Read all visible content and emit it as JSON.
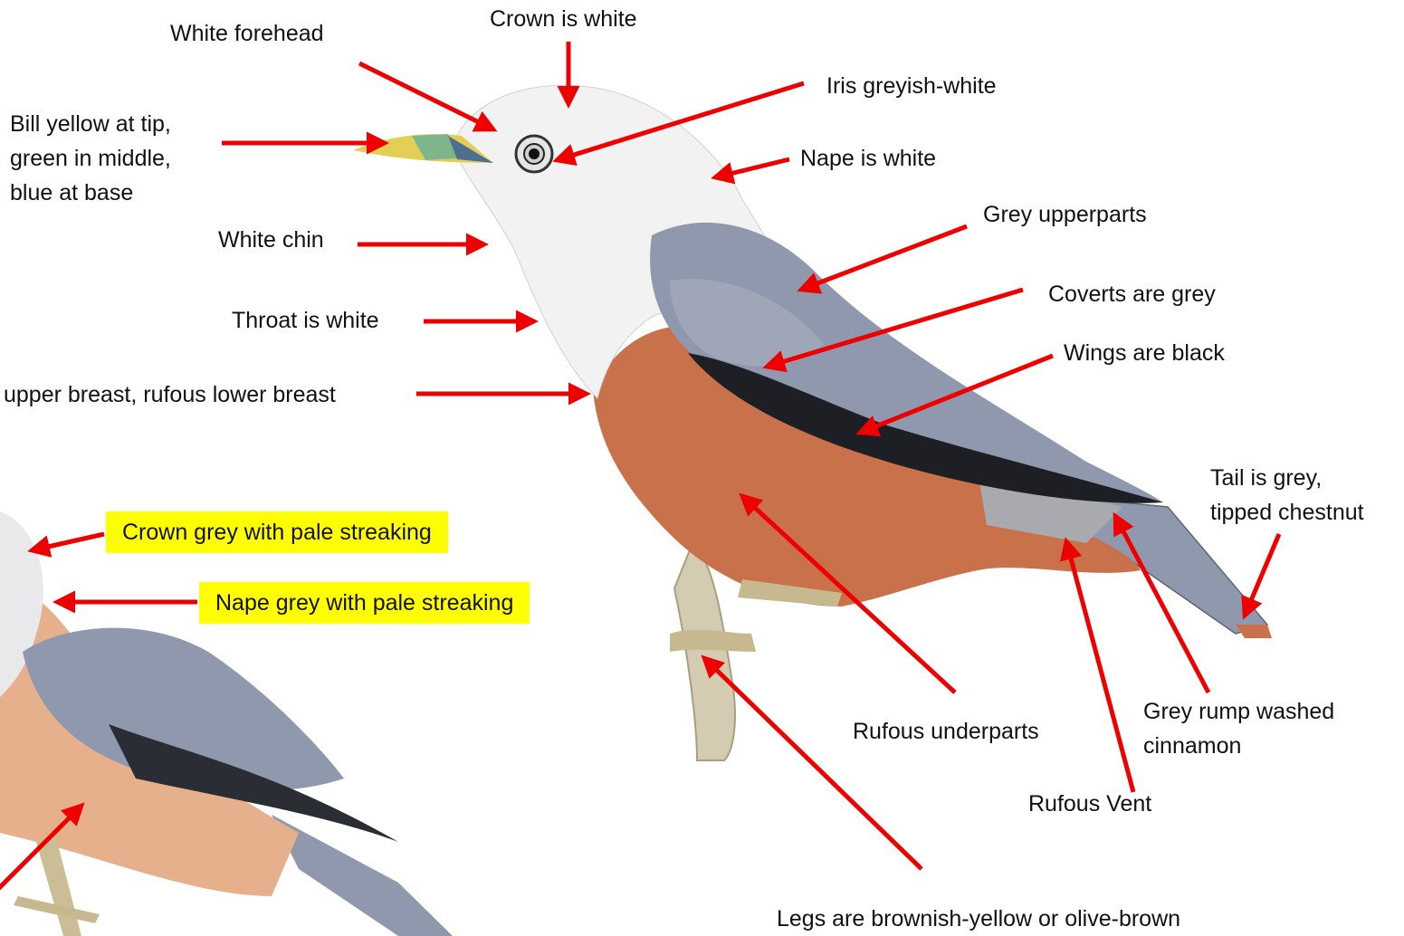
{
  "colors": {
    "arrow": "#ee0000",
    "highlight": "#ffff00",
    "grey_plumage": "#8f98ad",
    "dark_grey_plumage": "#596274",
    "rufous": "#c9714a",
    "pale_rufous": "#e6b08c",
    "white_plumage": "#f2f2f2",
    "wing_black": "#1d1f24",
    "bill_yellow": "#e3cf55",
    "bill_green": "#7fb58a",
    "bill_blue": "#4f6f91",
    "legs": "#c7b98f"
  },
  "labels": {
    "white_forehead": "White forehead",
    "crown_white": "Crown is  white",
    "iris": "Iris greyish-white",
    "bill_line1": "Bill yellow at tip,",
    "bill_line2": "green in middle,",
    "bill_line3": "blue at base",
    "nape_white": "Nape is  white",
    "grey_upperparts": "Grey upperparts",
    "white_chin": "White chin",
    "coverts": "Coverts are grey",
    "throat": "Throat is white",
    "wings": "Wings are black",
    "breast": "upper breast, rufous lower breast",
    "tail_line1": "Tail is grey,",
    "tail_line2": "tipped chestnut",
    "crown_grey": "Crown grey with pale streaking",
    "nape_grey": "Nape grey with pale streaking",
    "rufous_underparts": "Rufous underparts",
    "rump_line1": "Grey rump washed",
    "rump_line2": "cinnamon",
    "rufous_vent": "Rufous Vent",
    "legs": "Legs are brownish-yellow or olive-brown"
  }
}
